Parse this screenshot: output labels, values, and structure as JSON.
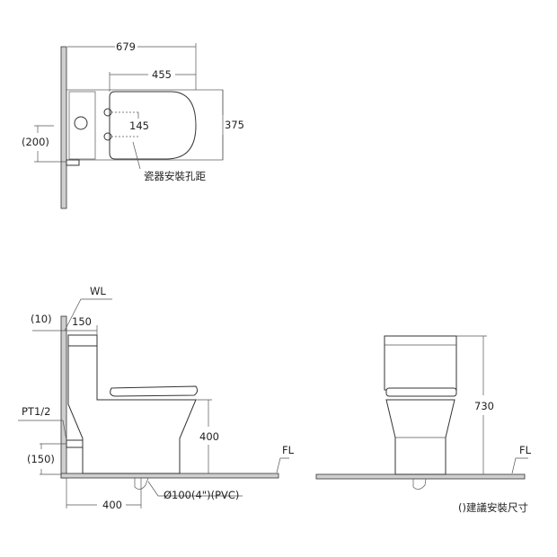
{
  "top_view": {
    "dim_total_length": "679",
    "dim_seat_length": "455",
    "dim_width": "375",
    "dim_bolt_spacing": "145",
    "dim_inlet_offset": "(200)",
    "bolt_label": "瓷器安裝孔距"
  },
  "side_view": {
    "wall_line_label": "WL",
    "wall_gap": "(10)",
    "tank_depth": "150",
    "inlet_label": "PT1/2",
    "inlet_height": "(150)",
    "seat_height": "400",
    "rough_in": "400",
    "drain_label": "Ø100(4\")(PVC)",
    "floor_label": "FL"
  },
  "front_view": {
    "total_height": "730",
    "floor_label": "FL"
  },
  "note": "()建議安裝尺寸"
}
